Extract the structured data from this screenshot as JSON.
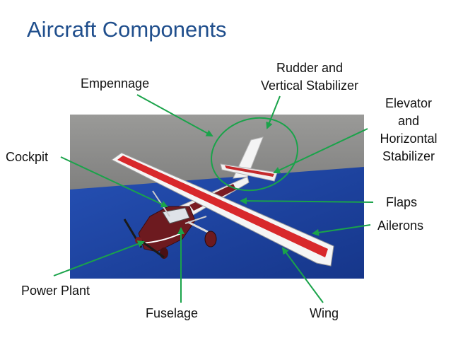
{
  "title": "Aircraft Components",
  "labels": {
    "empennage": "Empennage",
    "rudder": [
      "Rudder and",
      "Vertical Stabilizer"
    ],
    "elevator": [
      "Elevator",
      "and",
      "Horizontal",
      "Stabilizer"
    ],
    "cockpit": "Cockpit",
    "flaps": "Flaps",
    "ailerons": "Ailerons",
    "power_plant": "Power Plant",
    "fuselage": "Fuselage",
    "wing": "Wing"
  },
  "colors": {
    "title": "#1f4e8c",
    "arrow": "#1aa34a",
    "wall": "#8e8e8c",
    "floor": "#1b3f9c",
    "wing_red": "#d8282b",
    "fuselage": "#6d1a1f"
  }
}
